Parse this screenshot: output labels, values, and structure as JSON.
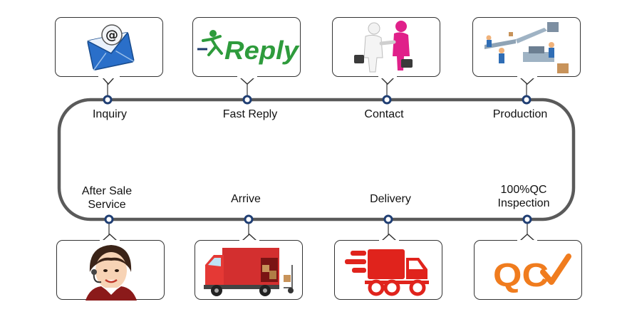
{
  "steps_top": [
    {
      "label": "Inquiry",
      "icon": "email-icon"
    },
    {
      "label": "Fast Reply",
      "icon": "reply-logo-icon",
      "logo_text": "Reply"
    },
    {
      "label": "Contact",
      "icon": "handshake-icon"
    },
    {
      "label": "Production",
      "icon": "factory-line-icon"
    }
  ],
  "steps_bottom": [
    {
      "label_line1": "After Sale",
      "label_line2": "Service",
      "icon": "customer-service-icon"
    },
    {
      "label_line1": "Arrive",
      "label_line2": "",
      "icon": "delivery-van-icon"
    },
    {
      "label_line1": "Delivery",
      "label_line2": "",
      "icon": "fast-truck-icon"
    },
    {
      "label_line1": "100%QC",
      "label_line2": "Inspection",
      "icon": "qc-check-icon",
      "logo_text": "QC"
    }
  ],
  "colors": {
    "track": "#5a5a5a",
    "node_fill": "#ffffff",
    "node_ring": "#1f3e73",
    "reply_green": "#2e9b3c",
    "reply_navy": "#1d3a6b",
    "truck_red": "#e0231c",
    "qc_orange": "#f07c1e"
  }
}
